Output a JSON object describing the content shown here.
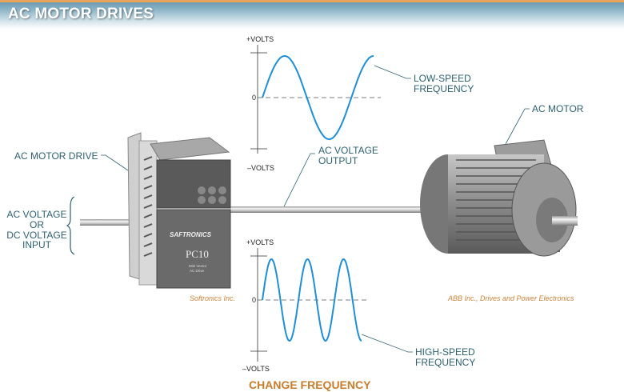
{
  "header": {
    "title": "AC MOTOR DRIVES"
  },
  "labels": {
    "ac_motor_drive": "AC MOTOR DRIVE",
    "input": [
      "AC VOLTAGE",
      "OR",
      "DC VOLTAGE",
      "INPUT"
    ],
    "ac_voltage_output": [
      "AC VOLTAGE",
      "OUTPUT"
    ],
    "low_speed": [
      "LOW-SPEED",
      "FREQUENCY"
    ],
    "high_speed": [
      "HIGH-SPEED",
      "FREQUENCY"
    ],
    "ac_motor": "AC MOTOR",
    "change_frequency": "CHANGE FREQUENCY"
  },
  "graphs": {
    "top": {
      "pos": "+VOLTS",
      "zero": "0",
      "neg": "–VOLTS",
      "cycles": 1.25
    },
    "bottom": {
      "pos": "+VOLTS",
      "zero": "0",
      "neg": "–VOLTS",
      "cycles": 2.75
    }
  },
  "drive": {
    "brand": "SAFTRONICS",
    "model": "PC10",
    "subtitle": [
      "Mini Vector",
      "AC Drive"
    ]
  },
  "credits": {
    "drive": "Softronics Inc.",
    "motor": "ABB Inc., Drives and Power Electronics"
  },
  "colors": {
    "wave": "#1e8fd6",
    "label": "#2e6070",
    "accent": "#c97c2c"
  }
}
